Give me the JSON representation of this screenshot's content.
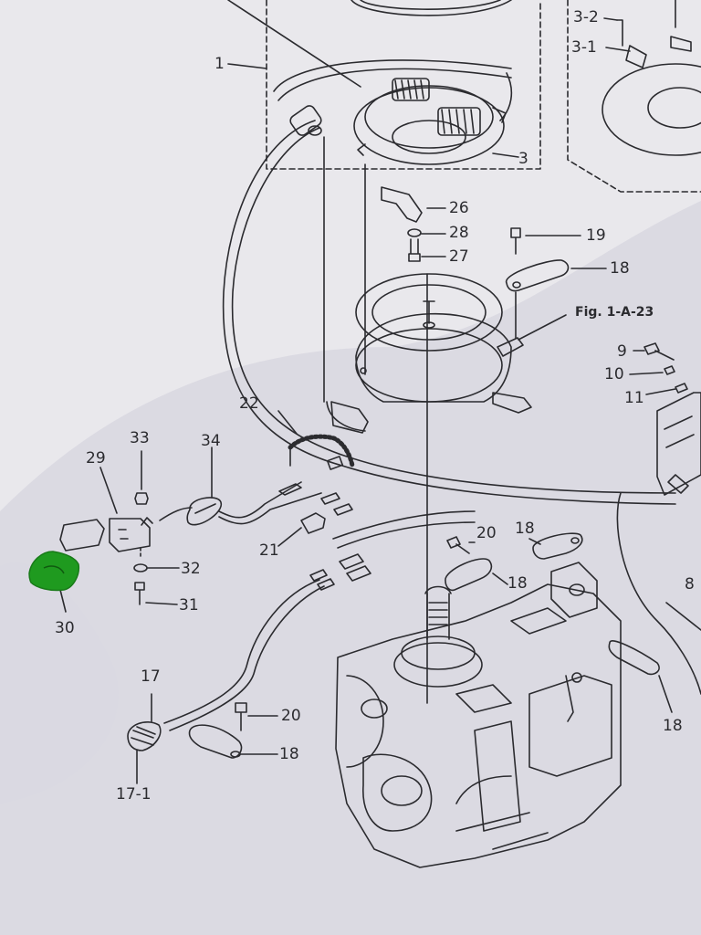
{
  "callouts": {
    "c1": "1",
    "c3": "3",
    "c3_1": "3-1",
    "c3_2": "3-2",
    "c8": "8",
    "c9": "9",
    "c10": "10",
    "c11": "11",
    "c17": "17",
    "c17_1": "17-1",
    "c18a": "18",
    "c18b": "18",
    "c18c": "18",
    "c18d": "18",
    "c18e": "18",
    "c19": "19",
    "c20a": "20",
    "c20b": "20",
    "c21": "21",
    "c22": "22",
    "c26": "26",
    "c27": "27",
    "c28": "28",
    "c29": "29",
    "c30": "30",
    "c31": "31",
    "c32": "32",
    "c33": "33",
    "c34": "34"
  },
  "figure_ref": "Fig. 1-A-23",
  "colors": {
    "paper": "#e9e8ec",
    "ink": "#2b2b2f",
    "highlight": "#1f9a1f",
    "shadow": "#c9c8d6"
  }
}
